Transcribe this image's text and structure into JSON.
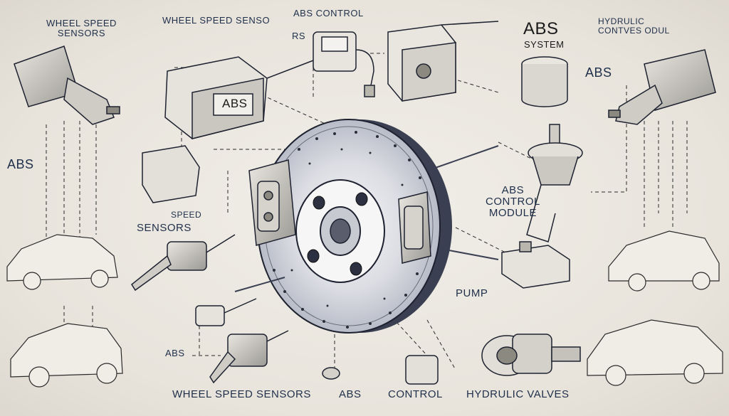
{
  "labels": {
    "wss_top_left": "WHEEL SPEED\nSENSORS",
    "wss_top_center": "WHEEL SPEED SENSO",
    "rs": "RS",
    "abs_control_top": "ABS CONTROL",
    "abs_system": "ABS",
    "abs_system_sub": "SYSTEM",
    "hydraulic_right": "HYDRULIC\nCONTVES ODUL",
    "abs_right": "ABS",
    "abs_left": "ABS",
    "abs_block": "ABS",
    "speed": "SPEED",
    "sensors": "SENSORS",
    "abs_control_module": "ABS\nCONTROL\nMODULE",
    "pump": "PUMP",
    "abs_bottom_left": "ABS",
    "wss_bottom": "WHEEL SPEED SENSORS",
    "abs_bottom": "ABS",
    "control_bottom": "CONTROL",
    "hydraulic_valves": "HYDRULIC VALVES"
  }
}
